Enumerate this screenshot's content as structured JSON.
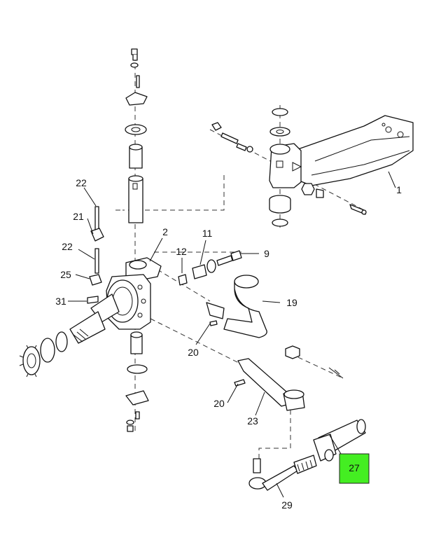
{
  "callouts": {
    "c1": "1",
    "c2": "2",
    "c9": "9",
    "c11": "11",
    "c12": "12",
    "c19": "19",
    "c20a": "20",
    "c20b": "20",
    "c21": "21",
    "c22a": "22",
    "c22b": "22",
    "c23": "23",
    "c25": "25",
    "c27": "27",
    "c29": "29",
    "c31": "31"
  },
  "highlight": {
    "label": "27",
    "color": "#44ee22"
  }
}
